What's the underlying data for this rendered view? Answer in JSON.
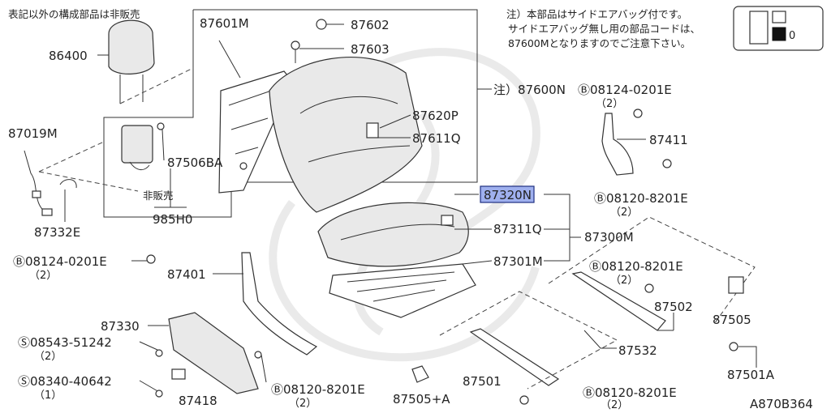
{
  "diagram": {
    "note_top_left": "表記以外の構成部品は非販売",
    "note_top_right": [
      "注）本部品はサイドエアバッグ付です。",
      "サイドエアバッグ無し用の部品コードは、",
      "87600Mとなりますのでご注意下さい。"
    ],
    "diagram_code": "A870B364",
    "highlighted_part": "87320N",
    "parts": {
      "p86400": "86400",
      "p87601M": "87601M",
      "p87602": "87602",
      "p87603": "87603",
      "p87600N": "注）87600N",
      "p87620P": "87620P",
      "p87611Q": "87611Q",
      "p87506BA": "87506BA",
      "p87019M": "87019M",
      "p87332E": "87332E",
      "not_sold": "非販売",
      "p985H0": "985H0",
      "p87320N": "87320N",
      "p87311Q": "87311Q",
      "p87300M": "87300M",
      "p87301M": "87301M",
      "bolt_top_right": "Ⓑ08124-0201E",
      "bolt_top_right_qty": "（2）",
      "p87411": "87411",
      "bolt_right_mid": "Ⓑ08120-8201E",
      "bolt_right_mid_qty": "（2）",
      "bolt_left": "Ⓑ08124-0201E",
      "bolt_left_qty": "（2）",
      "p87401": "87401",
      "bolt_rail_right": "Ⓑ08120-8201E",
      "bolt_rail_right_qty": "（2）",
      "p87502": "87502",
      "p87505": "87505",
      "p87330": "87330",
      "screw_1": "Ⓢ08543-51242",
      "screw_1_qty": "（2）",
      "p87532": "87532",
      "screw_2": "Ⓢ08340-40642",
      "screw_2_qty": "（1）",
      "p87418": "87418",
      "bolt_bottom_mid": "Ⓑ08120-8201E",
      "bolt_bottom_mid_qty": "（2）",
      "p87505A": "87505+A",
      "p87501": "87501",
      "bolt_bottom_right": "Ⓑ08120-8201E",
      "bolt_bottom_right_qty": "（2）",
      "p87501A": "87501A"
    }
  }
}
